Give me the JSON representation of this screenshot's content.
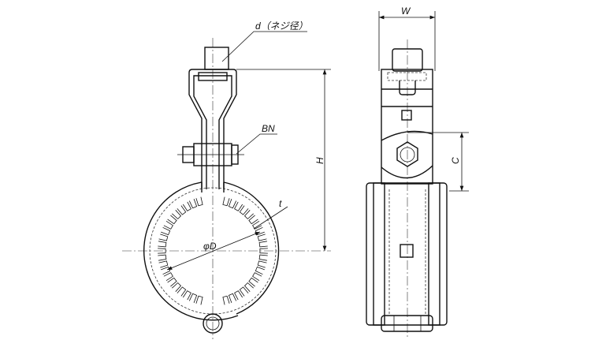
{
  "labels": {
    "thread_diameter": "d（ネジ径）",
    "bolt_nut": "BN",
    "height": "H",
    "thickness": "t",
    "pipe_diameter": "φD",
    "width": "W",
    "center_offset": "C"
  },
  "logo": "logo-mark",
  "colors": {
    "line": "#111111",
    "background": "#ffffff"
  }
}
